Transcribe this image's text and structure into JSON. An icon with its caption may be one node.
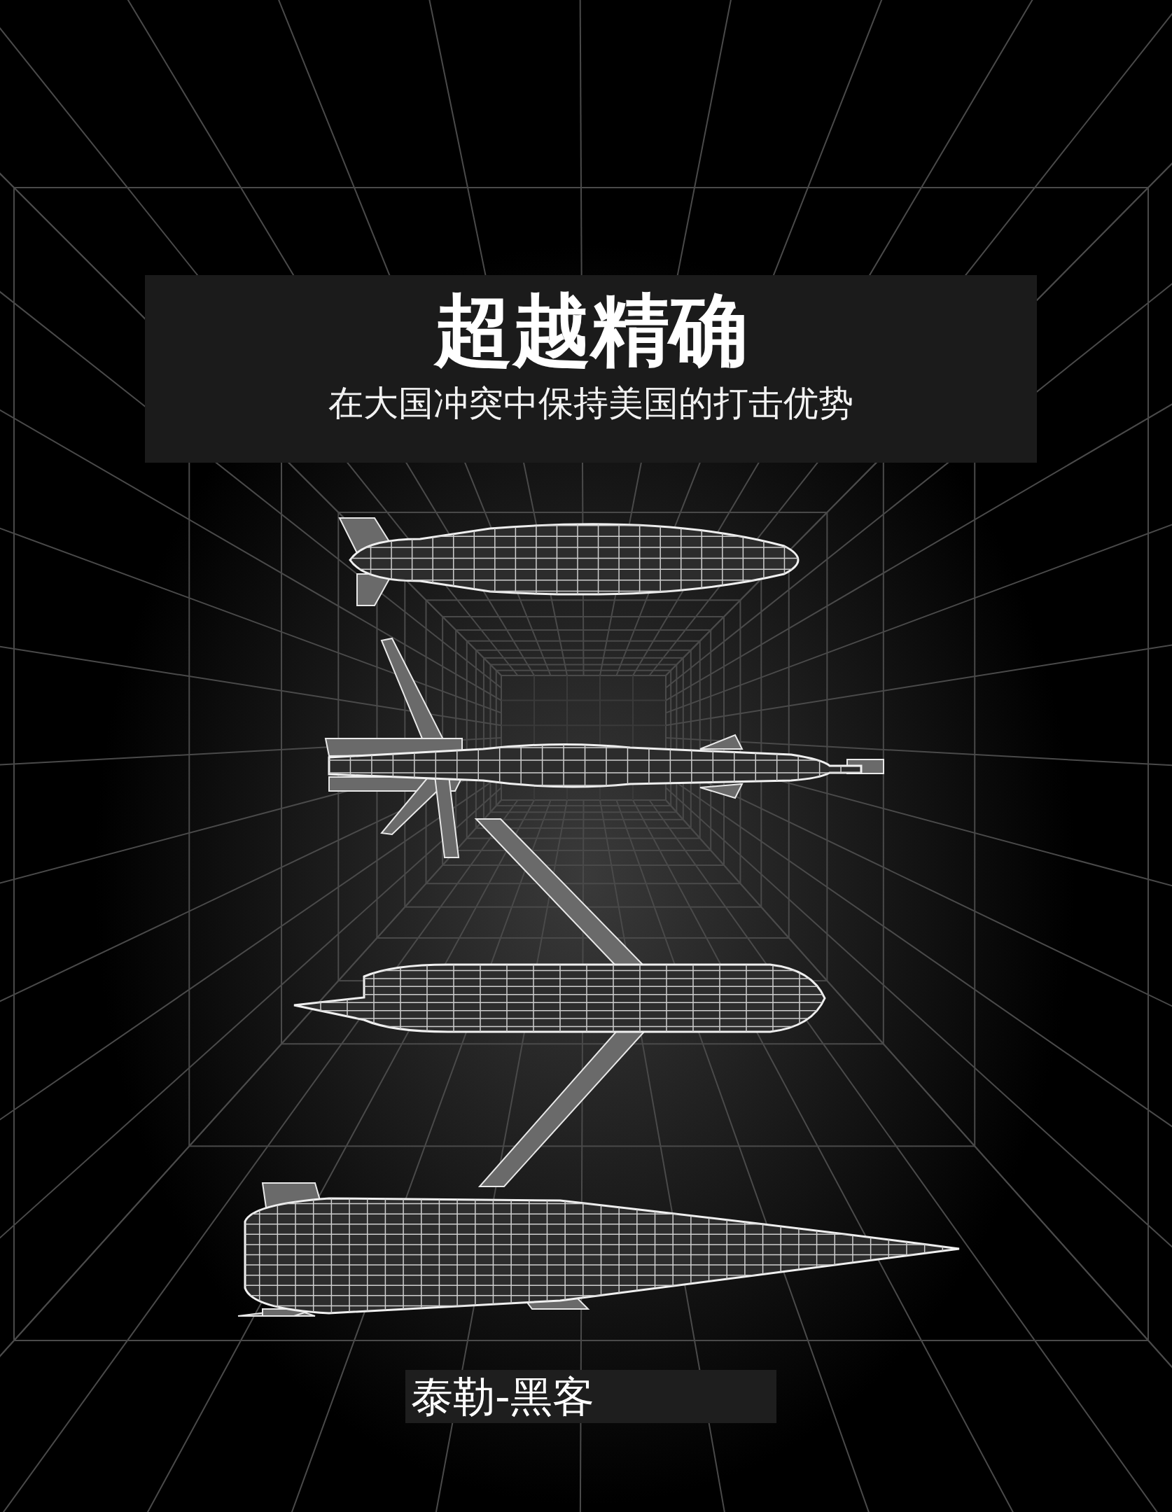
{
  "diagram": {
    "title": "超越精确",
    "labels": [
      "在大国冲突中保持美国的打击优势",
      "泰勒-黑客"
    ]
  }
}
